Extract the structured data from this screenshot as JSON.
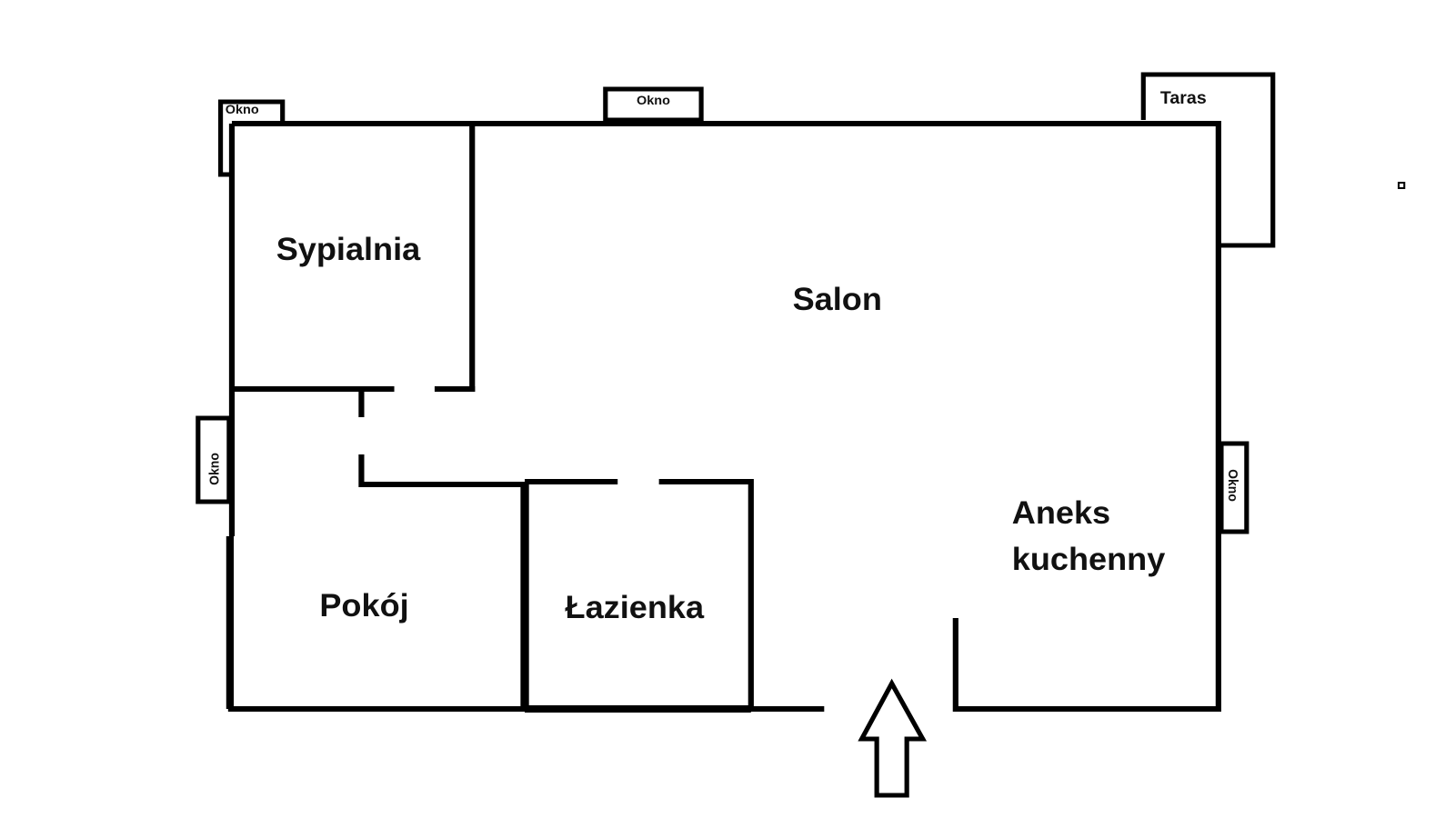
{
  "title": "Floor plan",
  "rooms": {
    "bedroom": "Sypialnia",
    "living_room": "Salon",
    "room": "Pokój",
    "bathroom": "Łazienka",
    "kitchen_line1": "Aneks",
    "kitchen_line2": "kuchenny"
  },
  "windows": {
    "top_left": "Okno",
    "top": "Okno",
    "left": "Okno",
    "right": "Okno"
  },
  "terrace": "Taras",
  "colors": {
    "lines": "#000000",
    "background": "#ffffff"
  }
}
